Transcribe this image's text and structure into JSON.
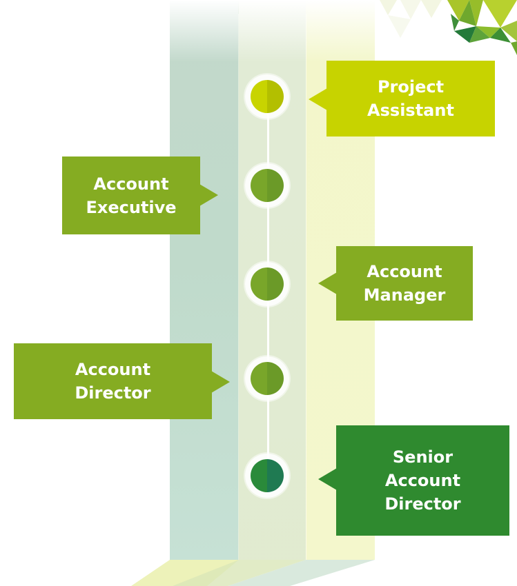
{
  "colors": {
    "lime": "#c7d300",
    "green": "#85ac22",
    "dark_green": "#2f8a2f",
    "node_lime_left": "#c8d400",
    "node_lime_right": "#b3bf00",
    "node_green_left": "#79a62a",
    "node_green_right": "#6b9a28",
    "node_dark_left": "#2a8a3a",
    "node_dark_right": "#1f7a52"
  },
  "timeline": {
    "steps": [
      {
        "lines": [
          "Project",
          "Assistant"
        ],
        "side": "right",
        "color": "lime"
      },
      {
        "lines": [
          "Account",
          "Executive"
        ],
        "side": "left",
        "color": "green"
      },
      {
        "lines": [
          "Account",
          "Manager"
        ],
        "side": "right",
        "color": "green"
      },
      {
        "lines": [
          "Account",
          "Director"
        ],
        "side": "left",
        "color": "green"
      },
      {
        "lines": [
          "Senior",
          "Account",
          "Director"
        ],
        "side": "right",
        "color": "dark_green"
      }
    ]
  }
}
